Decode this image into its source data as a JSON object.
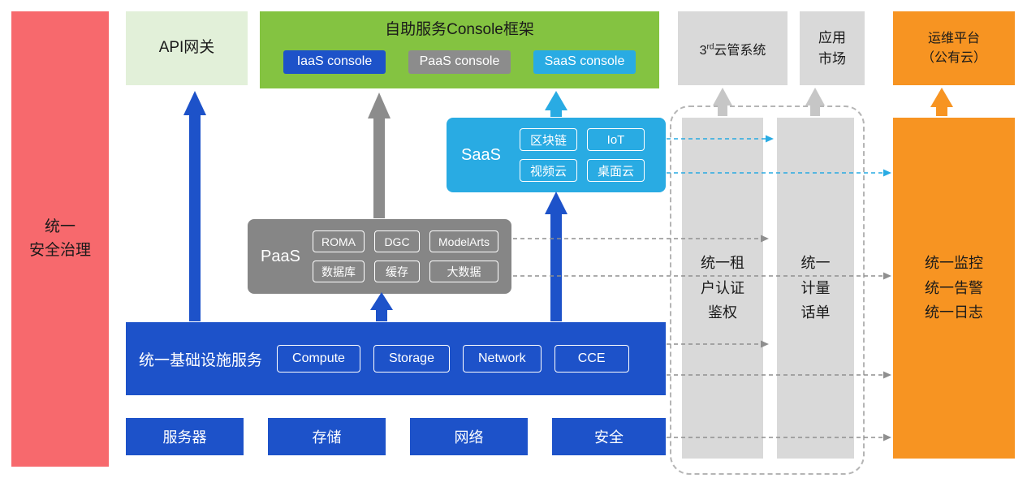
{
  "security_bar": {
    "label": "统一\n安全治理"
  },
  "api_gateway": {
    "label": "API网关"
  },
  "console_framework": {
    "title": "自助服务Console框架",
    "iaas_console": "IaaS console",
    "paas_console": "PaaS console",
    "saas_console": "SaaS console"
  },
  "third_cloud": {
    "prefix": "3",
    "sup": "rd",
    "suffix": "云管系统"
  },
  "app_market": {
    "label": "应用\n市场"
  },
  "om_platform": {
    "label": "运维平台\n（公有云）"
  },
  "saas_layer": {
    "label": "SaaS",
    "items": [
      "区块链",
      "IoT",
      "视频云",
      "桌面云"
    ]
  },
  "paas_layer": {
    "label": "PaaS",
    "items": [
      "ROMA",
      "DGC",
      "ModelArts",
      "数据库",
      "缓存",
      "大数据"
    ]
  },
  "iaas_layer": {
    "label": "统一基础设施服务",
    "items": [
      "Compute",
      "Storage",
      "Network",
      "CCE"
    ]
  },
  "hardware_row": {
    "items": [
      "服务器",
      "存储",
      "网络",
      "安全"
    ]
  },
  "auth_bar": {
    "label": "统一租\n户认证\n鉴权"
  },
  "metering_bar": {
    "label": "统一\n计量\n话单"
  },
  "monitor_bar": {
    "label": "统一监控\n统一告警\n统一日志"
  },
  "colors": {
    "blue": "#1d52c9",
    "cyan": "#29abe3",
    "green": "#84c341",
    "light_green": "#e2f0d9",
    "gray": "#868686",
    "light_gray": "#d9d9d9",
    "orange": "#f79422",
    "red": "#f7696d"
  }
}
